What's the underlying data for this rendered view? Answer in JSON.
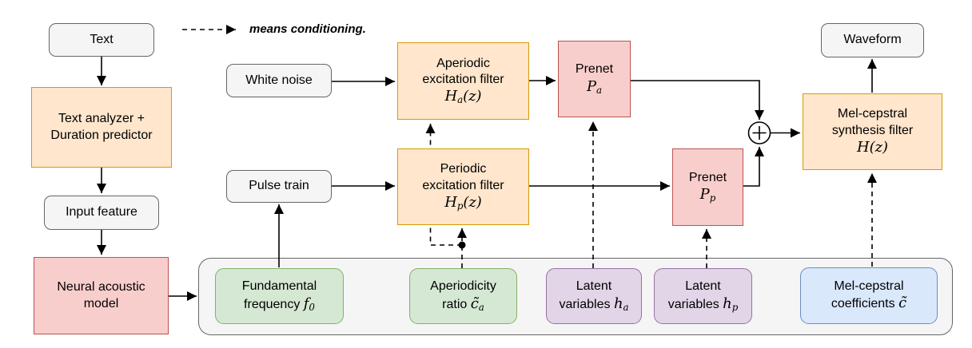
{
  "legend": {
    "label": "means conditioning."
  },
  "nodes": {
    "text": {
      "lines": [
        "Text"
      ]
    },
    "analyzer": {
      "lines": [
        "Text analyzer +",
        "Duration predictor"
      ]
    },
    "input_feature": {
      "lines": [
        "Input feature"
      ]
    },
    "neural": {
      "lines": [
        "Neural acoustic",
        "model"
      ]
    },
    "white_noise": {
      "lines": [
        "White noise"
      ]
    },
    "pulse_train": {
      "lines": [
        "Pulse train"
      ]
    },
    "aperiodic_filter": {
      "lines": [
        "Aperiodic",
        "excitation filter",
        [
          {
            "t": "H",
            "s": "m"
          },
          {
            "t": "a",
            "s": "ms"
          },
          {
            "t": "(z)",
            "s": "m"
          }
        ]
      ]
    },
    "prenet_a": {
      "lines": [
        "Prenet",
        [
          {
            "t": "P",
            "s": "m"
          },
          {
            "t": "a",
            "s": "ms"
          }
        ]
      ]
    },
    "periodic_filter": {
      "lines": [
        "Periodic",
        "excitation filter",
        [
          {
            "t": "H",
            "s": "m"
          },
          {
            "t": "p",
            "s": "ms"
          },
          {
            "t": "(z)",
            "s": "m"
          }
        ]
      ]
    },
    "prenet_p": {
      "lines": [
        "Prenet",
        [
          {
            "t": "P",
            "s": "m"
          },
          {
            "t": "p",
            "s": "ms"
          }
        ]
      ]
    },
    "mel_filter": {
      "lines": [
        "Mel-cepstral",
        "synthesis filter",
        [
          {
            "t": "H(z)",
            "s": "m"
          }
        ]
      ]
    },
    "waveform": {
      "lines": [
        "Waveform"
      ]
    },
    "f0": {
      "lines": [
        "Fundamental",
        [
          {
            "t": "frequency "
          },
          {
            "t": "f",
            "s": "m"
          },
          {
            "t": "0",
            "s": "ms"
          }
        ]
      ]
    },
    "aperiodicity": {
      "lines": [
        "Aperiodicity",
        [
          {
            "t": "ratio "
          },
          {
            "t": "c̃",
            "s": "m"
          },
          {
            "t": "a",
            "s": "ms"
          }
        ]
      ]
    },
    "latent_a": {
      "lines": [
        "Latent",
        [
          {
            "t": "variables "
          },
          {
            "t": "h",
            "s": "m"
          },
          {
            "t": "a",
            "s": "ms"
          }
        ]
      ]
    },
    "latent_p": {
      "lines": [
        "Latent",
        [
          {
            "t": "variables "
          },
          {
            "t": "h",
            "s": "m"
          },
          {
            "t": "p",
            "s": "ms"
          }
        ]
      ]
    },
    "mel_coeffs": {
      "lines": [
        "Mel-cepstral",
        [
          {
            "t": "coefficients "
          },
          {
            "t": "c̃",
            "s": "m"
          }
        ]
      ]
    }
  },
  "colors": {
    "gray_fill": "#f5f5f5",
    "gray_border": "#666666",
    "orange_fill": "#ffe6cc",
    "orange_border": "#d79b00",
    "red_fill": "#f8cecc",
    "red_border": "#b85450",
    "green_fill": "#d5e8d4",
    "green_border": "#82b366",
    "purple_fill": "#e1d5e7",
    "purple_border": "#9673a6",
    "blue_fill": "#dae8fc",
    "blue_border": "#6c8ebf",
    "line": "#000000"
  }
}
